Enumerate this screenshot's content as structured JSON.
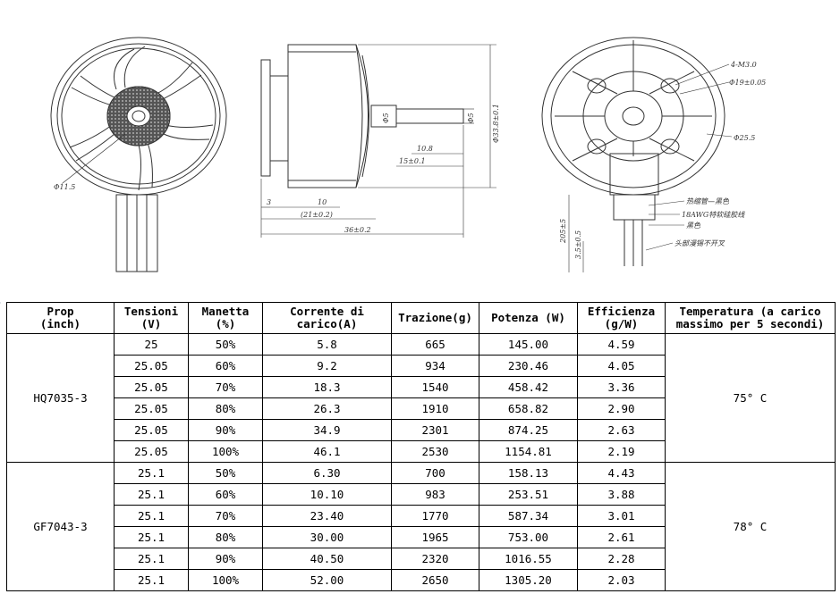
{
  "drawing": {
    "front_view": {
      "dim_hub": "Φ11.5"
    },
    "side_view": {
      "dims": [
        "3",
        "10",
        "(21±0.2)",
        "36±0.2",
        "10.8",
        "15±0.1",
        "Φ5",
        "Φ33.8±0.1",
        "Φ5"
      ]
    },
    "bottom_view": {
      "dims": [
        "4-M3.0",
        "Φ19±0.05",
        "Φ25.5",
        "205±5",
        "3.5±0.5"
      ],
      "notes": [
        "热缩管—黑色",
        "18AWG特软硅胶线",
        "黑色",
        "头部漫锡不开叉"
      ]
    }
  },
  "table": {
    "headers": [
      [
        "Prop",
        "(inch)"
      ],
      [
        "Tensioni",
        "(V)"
      ],
      [
        "Manetta",
        "(%)"
      ],
      [
        "Corrente di",
        "carico(A)"
      ],
      [
        "Trazione(g)"
      ],
      [
        "Potenza (W)"
      ],
      [
        "Efficienza",
        "(g/W)"
      ],
      [
        "Temperatura (a carico",
        "massimo per 5 secondi)"
      ]
    ],
    "groups": [
      {
        "prop": "HQ7035-3",
        "temperature": "75° C",
        "rows": [
          [
            "25",
            "50%",
            "5.8",
            "665",
            "145.00",
            "4.59"
          ],
          [
            "25.05",
            "60%",
            "9.2",
            "934",
            "230.46",
            "4.05"
          ],
          [
            "25.05",
            "70%",
            "18.3",
            "1540",
            "458.42",
            "3.36"
          ],
          [
            "25.05",
            "80%",
            "26.3",
            "1910",
            "658.82",
            "2.90"
          ],
          [
            "25.05",
            "90%",
            "34.9",
            "2301",
            "874.25",
            "2.63"
          ],
          [
            "25.05",
            "100%",
            "46.1",
            "2530",
            "1154.81",
            "2.19"
          ]
        ]
      },
      {
        "prop": "GF7043-3",
        "temperature": "78° C",
        "rows": [
          [
            "25.1",
            "50%",
            "6.30",
            "700",
            "158.13",
            "4.43"
          ],
          [
            "25.1",
            "60%",
            "10.10",
            "983",
            "253.51",
            "3.88"
          ],
          [
            "25.1",
            "70%",
            "23.40",
            "1770",
            "587.34",
            "3.01"
          ],
          [
            "25.1",
            "80%",
            "30.00",
            "1965",
            "753.00",
            "2.61"
          ],
          [
            "25.1",
            "90%",
            "40.50",
            "2320",
            "1016.55",
            "2.28"
          ],
          [
            "25.1",
            "100%",
            "52.00",
            "2650",
            "1305.20",
            "2.03"
          ]
        ]
      }
    ]
  }
}
